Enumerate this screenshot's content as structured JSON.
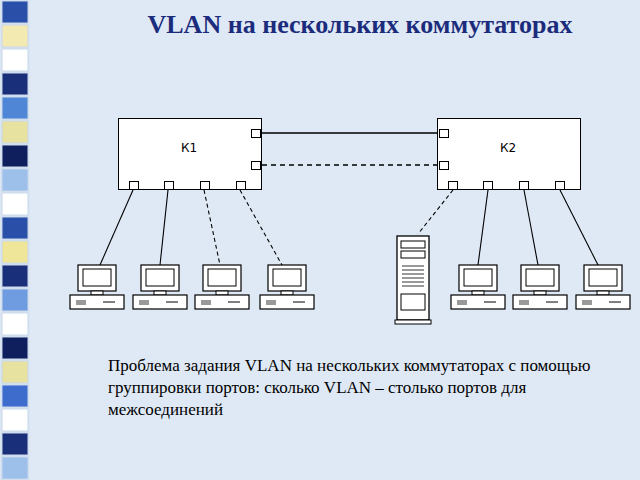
{
  "diagram": {
    "title": "VLAN на нескольких коммутаторах",
    "caption": "Проблема задания VLAN на нескольких коммутаторах с помощью группировки портов: сколько VLAN – столько портов для межсоединений",
    "nodes": [
      {
        "text": [
          "К1"
        ]
      },
      {
        "text": [
          "К2"
        ]
      }
    ],
    "edges": [
      {
        "from": 0,
        "to": 1,
        "arrow": "none"
      },
      {
        "from": 0,
        "to": 1,
        "arrow": "none"
      }
    ]
  }
}
